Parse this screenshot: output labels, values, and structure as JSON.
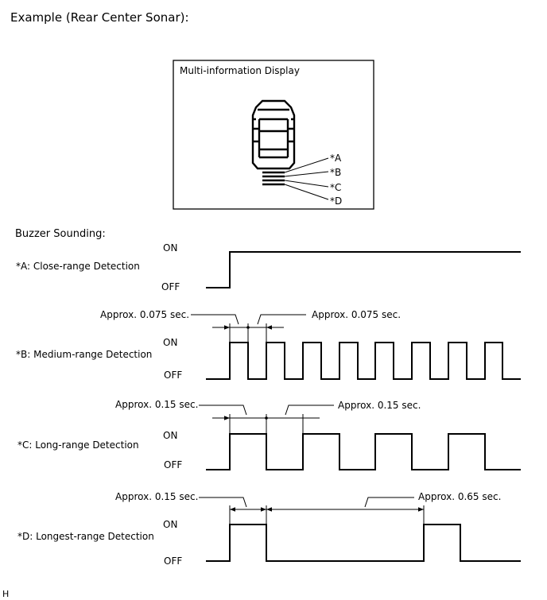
{
  "heading": "Example (Rear Center Sonar):",
  "display_box": {
    "title": "Multi-information Display",
    "markers": [
      "*A",
      "*B",
      "*C",
      "*D"
    ]
  },
  "buzzer_title": "Buzzer Sounding:",
  "on_label": "ON",
  "off_label": "OFF",
  "rows": [
    {
      "label": "*A: Close-range Detection"
    },
    {
      "label": "*B: Medium-range Detection",
      "left_note": "Approx. 0.075 sec.",
      "right_note": "Approx. 0.075 sec."
    },
    {
      "label": "*C: Long-range Detection",
      "left_note": "Approx. 0.15 sec.",
      "right_note": "Approx. 0.15 sec."
    },
    {
      "label": "*D: Longest-range Detection",
      "left_note": "Approx. 0.15 sec.",
      "right_note": "Approx. 0.65 sec."
    }
  ],
  "corner_mark": "H"
}
